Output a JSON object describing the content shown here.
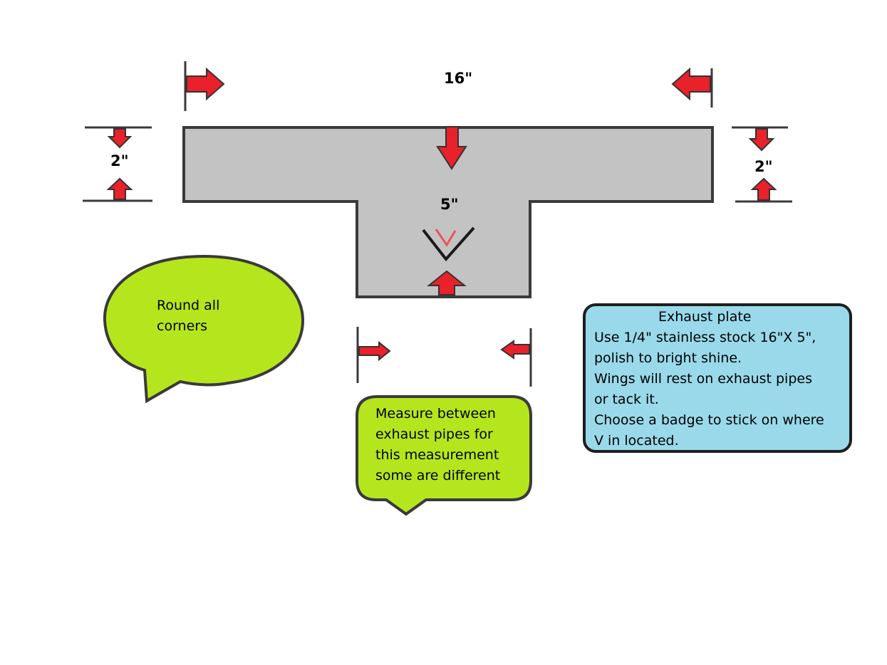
{
  "dimensions": {
    "width_label": "16\"",
    "left_height_label": "2\"",
    "right_height_label": "2\"",
    "center_height_label": "5\""
  },
  "bubbles": {
    "round_corners": [
      "Round all",
      "corners"
    ],
    "measure_note": [
      "Measure between",
      "exhaust pipes for",
      "this measurement",
      "some are different"
    ]
  },
  "note_box": {
    "title": "Exhaust plate",
    "lines": [
      "Use 1/4\" stainless stock 16\"X 5\",",
      "polish to bright shine.",
      "Wings will rest on exhaust pipes",
      "or tack it.",
      "Choose a badge to stick on where",
      "V in located."
    ]
  },
  "colors": {
    "plate": "#c3c3c3",
    "outline": "#3a3a3a",
    "arrow": "#e8212b",
    "bubble": "#b5e61d",
    "note_fill": "#99d9ea",
    "v_mark_red": "#e8545c"
  }
}
